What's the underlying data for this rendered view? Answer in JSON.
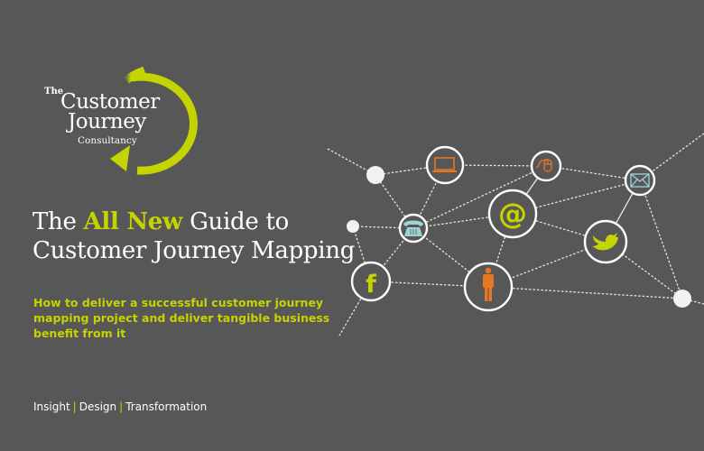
{
  "brand": {
    "the": "The",
    "name_line1": "Customer",
    "name_line2": "Journey",
    "name_line3": "Consultancy",
    "accent_color": "#c5d400"
  },
  "title": {
    "prefix": "The ",
    "highlight": "All New",
    "suffix": " Guide to",
    "line2": "Customer Journey Mapping"
  },
  "subtitle": "How to deliver a successful customer journey mapping project and deliver tangible business benefit from it",
  "tagline": {
    "items": [
      "Insight",
      "Design",
      "Transformation"
    ],
    "separator": "|"
  },
  "network": {
    "icons": [
      "laptop-icon",
      "mouse-icon",
      "envelope-icon",
      "telephone-icon",
      "at-sign-icon",
      "twitter-icon",
      "facebook-icon",
      "person-icon"
    ],
    "colors": {
      "orange": "#e87722",
      "green": "#c5d400",
      "teal": "#9ed3d6",
      "background": "#575757"
    }
  }
}
